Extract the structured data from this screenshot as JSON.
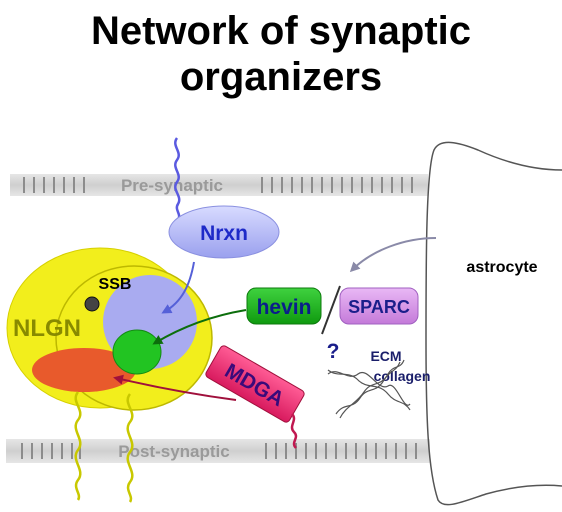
{
  "title": {
    "line1": "Network of synaptic",
    "line2": "organizers"
  },
  "membranes": {
    "pre": "Pre-synaptic",
    "post": "Post-synaptic"
  },
  "cell_label": "astrocyte",
  "molecules": {
    "nrxn": "Nrxn",
    "nlgn": "NLGN",
    "ssb": "SSB",
    "hevin": "hevin",
    "sparc": "SPARC",
    "mdga": "MDGA",
    "question": "?",
    "ecm_line1": "ECM",
    "ecm_line2": "collagen"
  },
  "colors": {
    "nlgn": "#f2ee1c",
    "nrxn": "#b4b8f5",
    "hevin": "#18b818",
    "sparc": "#d08ae6",
    "mdga": "#e8246e",
    "membrane": "#d9d9d9"
  }
}
